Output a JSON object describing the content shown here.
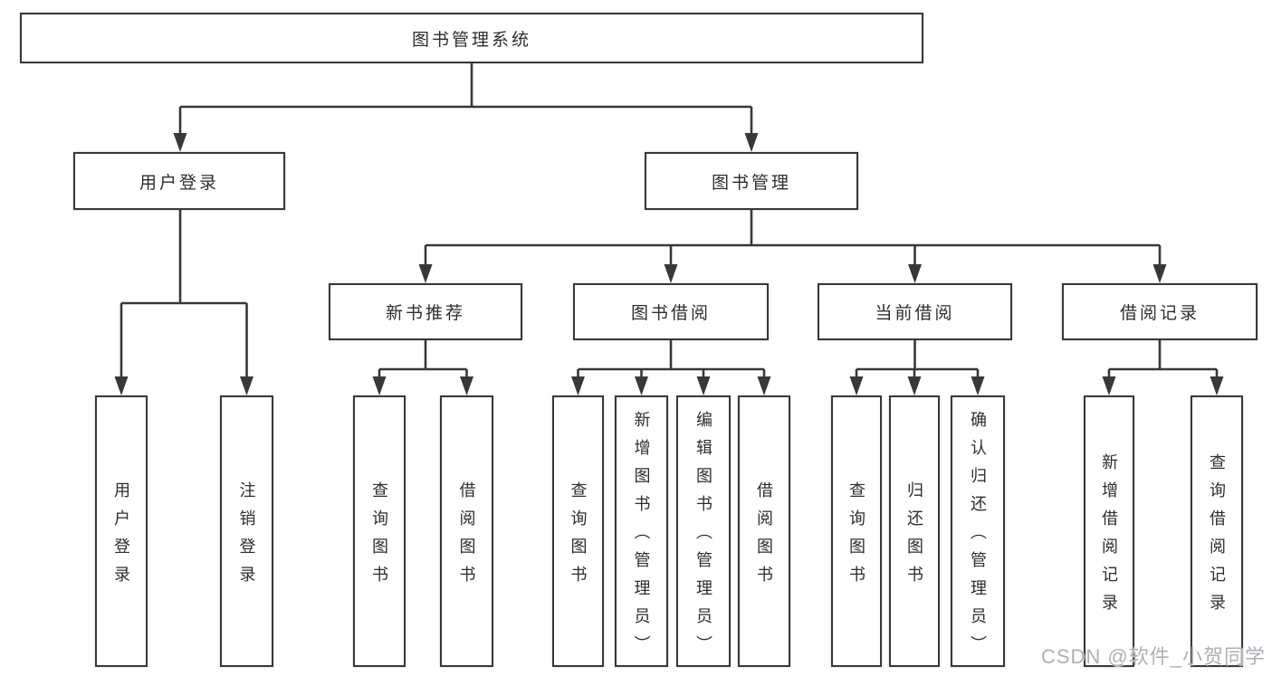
{
  "diagram": {
    "root": {
      "label": "图书管理系统"
    },
    "level2": [
      {
        "label": "用户登录"
      },
      {
        "label": "图书管理"
      }
    ],
    "level3": [
      {
        "label": "新书推荐"
      },
      {
        "label": "图书借阅"
      },
      {
        "label": "当前借阅"
      },
      {
        "label": "借阅记录"
      }
    ],
    "leaves": [
      {
        "label": "用户登录"
      },
      {
        "label": "注销登录"
      },
      {
        "label": "查询图书"
      },
      {
        "label": "借阅图书"
      },
      {
        "label": "查询图书"
      },
      {
        "label": "新增图书（管理员）"
      },
      {
        "label": "编辑图书（管理员）"
      },
      {
        "label": "借阅图书"
      },
      {
        "label": "查询图书"
      },
      {
        "label": "归还图书"
      },
      {
        "label": "确认归还（管理员）"
      },
      {
        "label": "新增借阅记录"
      },
      {
        "label": "查询借阅记录"
      }
    ],
    "watermark": "CSDN @软件_小贺同学",
    "colors": {
      "line": "#383838",
      "text": "#2d2d2d",
      "background": "#ffffff",
      "watermark": "#aab1b7"
    }
  }
}
